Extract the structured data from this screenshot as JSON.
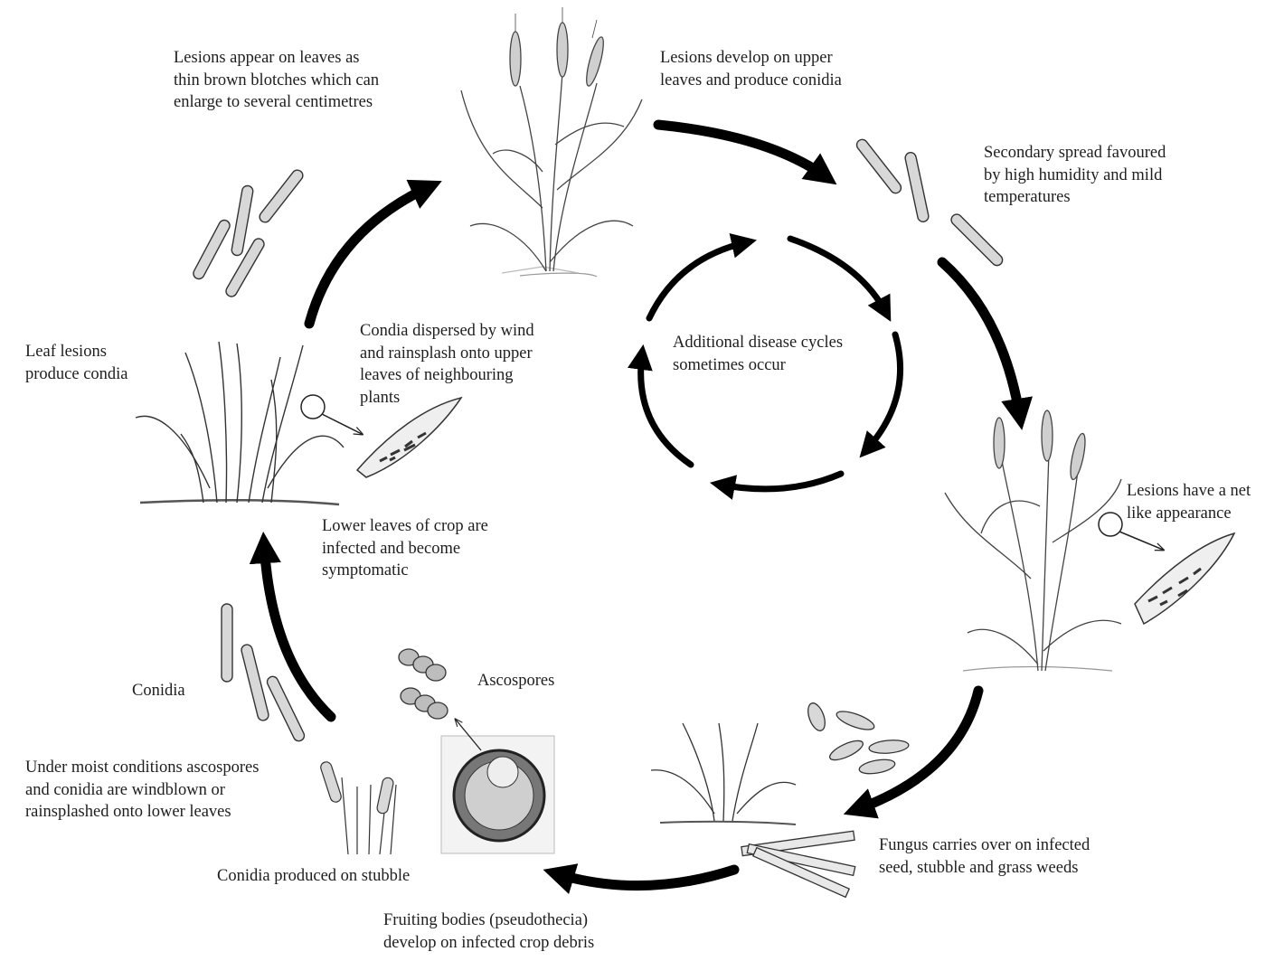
{
  "labels": {
    "lesions_appear": [
      "Lesions appear on leaves as",
      "thin brown blotches which can",
      "enlarge to several centimetres"
    ],
    "lesions_develop": [
      "Lesions develop on upper",
      "leaves and produce conidia"
    ],
    "secondary_spread": [
      "Secondary spread favoured",
      "by high humidity and mild",
      "temperatures"
    ],
    "leaf_lesions": [
      "Leaf lesions",
      "produce condia"
    ],
    "condia_dispersed": [
      "Condia dispersed by wind",
      "and rainsplash onto upper",
      "leaves of neighbouring",
      "plants"
    ],
    "additional_cycles": [
      "Additional disease cycles",
      "sometimes occur"
    ],
    "net_like": [
      "Lesions have a net",
      "like appearance"
    ],
    "lower_leaves": [
      "Lower leaves of crop are",
      "infected and become",
      "symptomatic"
    ],
    "ascospores": [
      "Ascospores"
    ],
    "conidia": [
      "Conidia"
    ],
    "moist_conditions": [
      "Under moist conditions ascospores",
      "and conidia are windblown or",
      "rainsplashed onto lower leaves"
    ],
    "conidia_stubble": [
      "Conidia produced on stubble"
    ],
    "fungus_carries": [
      "Fungus carries over on infected",
      "seed, stubble and grass weeds"
    ],
    "fruiting_bodies": [
      "Fruiting bodies (pseudothecia)",
      "develop on infected crop debris"
    ]
  },
  "colors": {
    "arrow": "#000000",
    "ink": "#3a3a3a",
    "spore_fill": "#d8d8d8",
    "text": "#1e1e1e"
  }
}
